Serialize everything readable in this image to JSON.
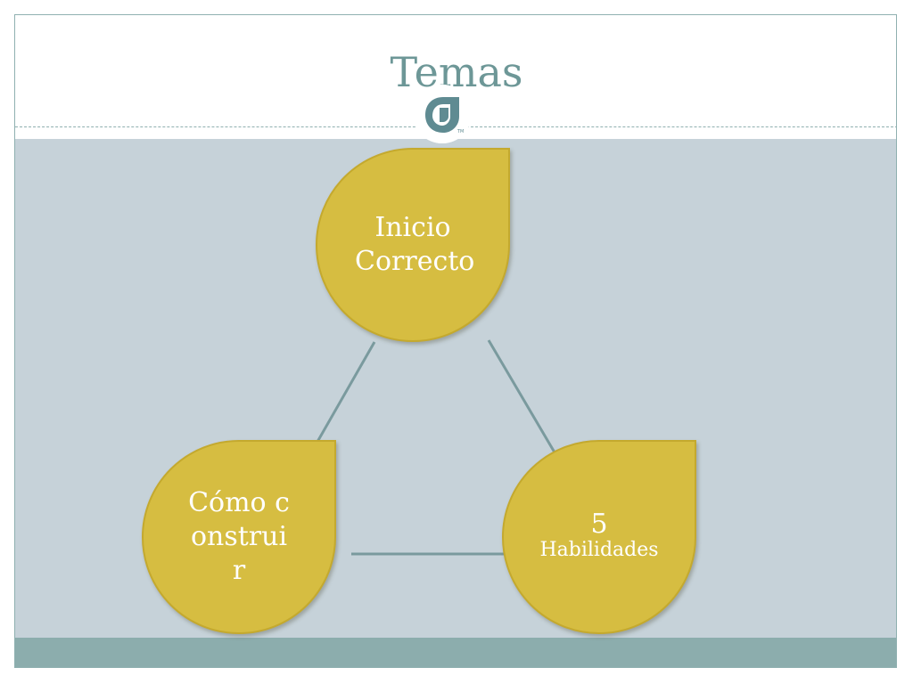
{
  "slide": {
    "title": "Temas",
    "colors": {
      "title": "#6d9797",
      "content_background": "#c6d2d9",
      "bottom_band": "#8cadad",
      "shape_fill": "#d6bd41",
      "connector": "#7a9a9e"
    }
  },
  "diagram": {
    "nodes": [
      {
        "id": "top",
        "line1": "Inicio",
        "line2": "Correcto"
      },
      {
        "id": "left",
        "text": "Cómo construir"
      },
      {
        "id": "right",
        "number": "5",
        "label": "Habilidades"
      }
    ],
    "connections": [
      [
        "top",
        "left"
      ],
      [
        "top",
        "right"
      ],
      [
        "left",
        "right"
      ]
    ]
  },
  "logo": {
    "icon": "brand-logo-icon"
  }
}
